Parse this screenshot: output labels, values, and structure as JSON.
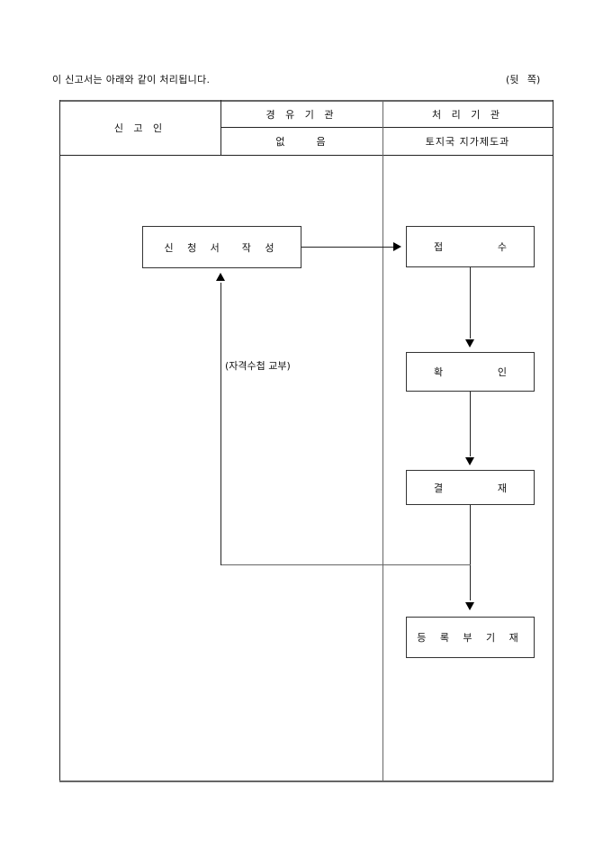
{
  "header": {
    "intro": "이 신고서는 아래와 같이 처리됩니다.",
    "page_side": "(뒷 쪽)"
  },
  "table": {
    "col_applicant": "신 고 인",
    "col_via_agency": "경 유 기 관",
    "via_agency_value": "없      음",
    "col_processing_agency": "처 리 기 관",
    "processing_agency_value": "토지국 지가제도과"
  },
  "flow": {
    "applicant_step": "신 청 서  작 성",
    "note": "(자격수첩  교부)",
    "steps": [
      {
        "left": "접",
        "right": "수"
      },
      {
        "left": "확",
        "right": "인"
      },
      {
        "left": "결",
        "right": "재"
      }
    ],
    "final_step": "등 록 부 기 재"
  }
}
